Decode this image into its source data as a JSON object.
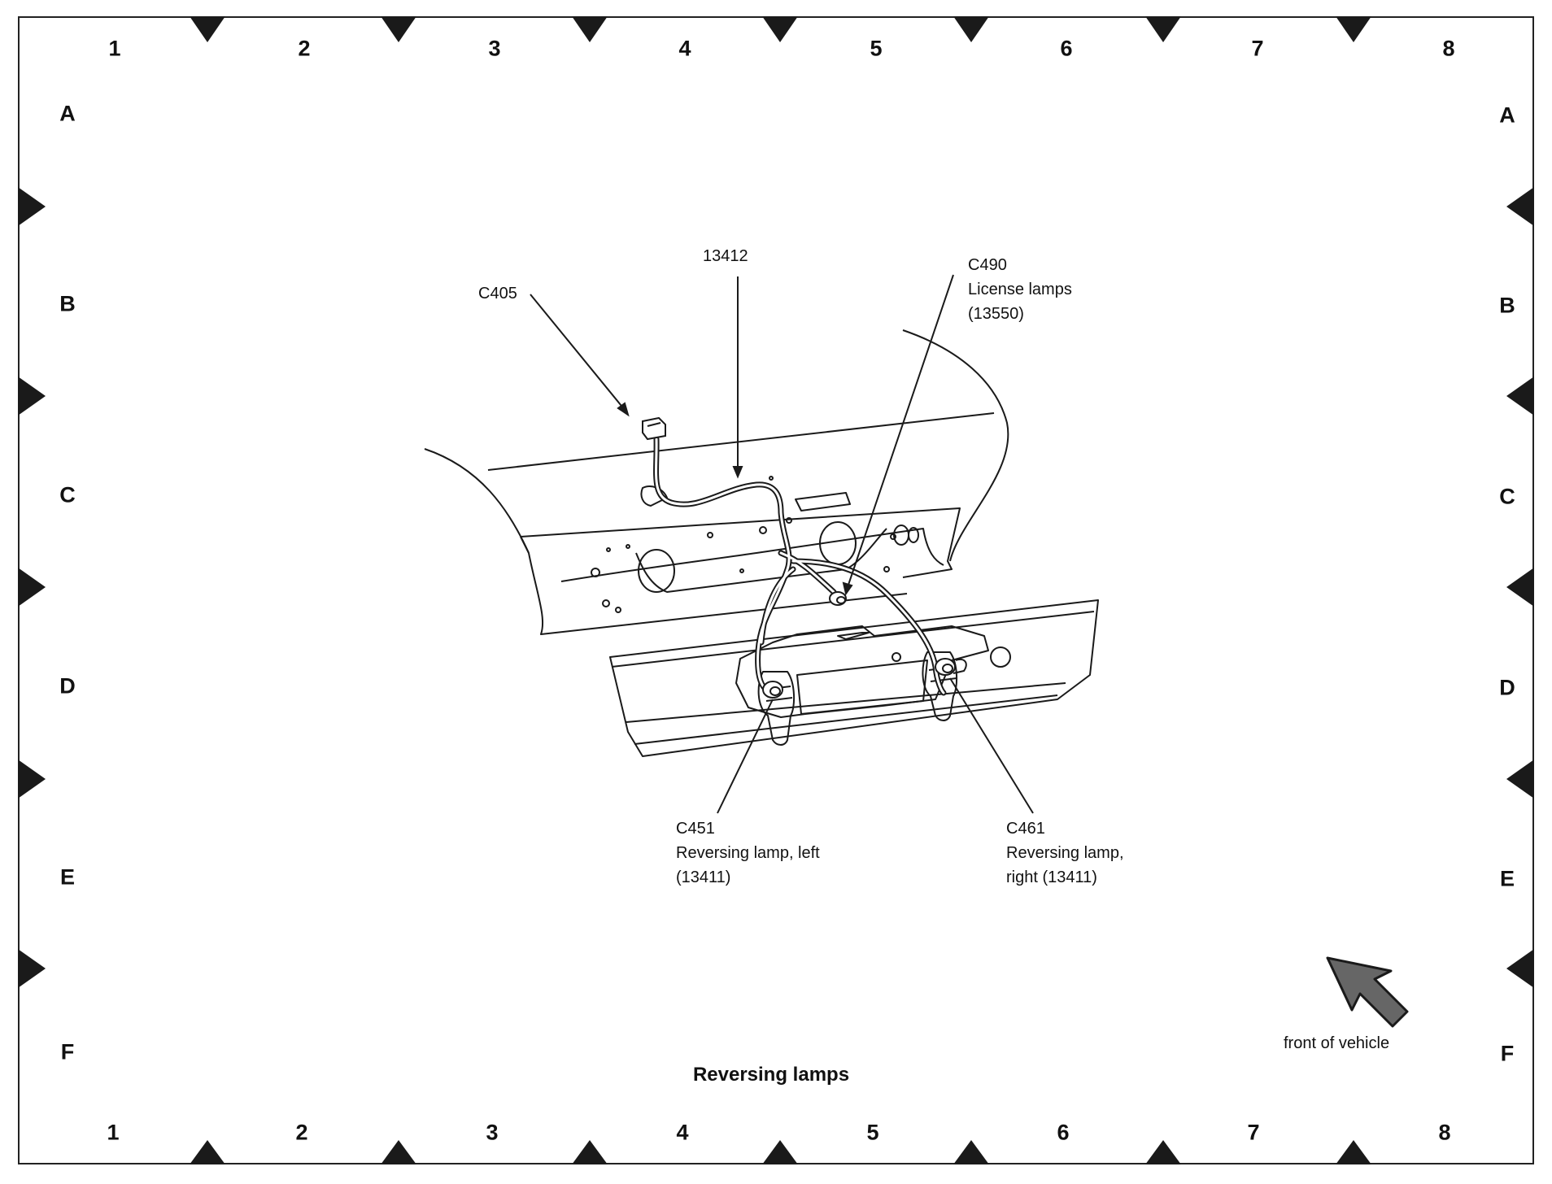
{
  "title": "Reversing lamps",
  "columns": [
    "1",
    "2",
    "3",
    "4",
    "5",
    "6",
    "7",
    "8"
  ],
  "rows": [
    "A",
    "B",
    "C",
    "D",
    "E",
    "F"
  ],
  "callouts": {
    "c405": {
      "lines": [
        "C405"
      ]
    },
    "harness": {
      "lines": [
        "13412"
      ]
    },
    "c490": {
      "lines": [
        "C490",
        "License lamps",
        "(13550)"
      ]
    },
    "c451": {
      "lines": [
        "C451",
        "Reversing lamp, left",
        "(13411)"
      ]
    },
    "c461": {
      "lines": [
        "C461",
        "Reversing lamp,",
        "right (13411)"
      ]
    }
  },
  "orientation": {
    "label": "front of vehicle",
    "icon": "front-of-vehicle-arrow-icon"
  },
  "colors": {
    "line": "#1a1a1a",
    "marker": "#1a1a1a",
    "arrow_fill": "#666666"
  }
}
